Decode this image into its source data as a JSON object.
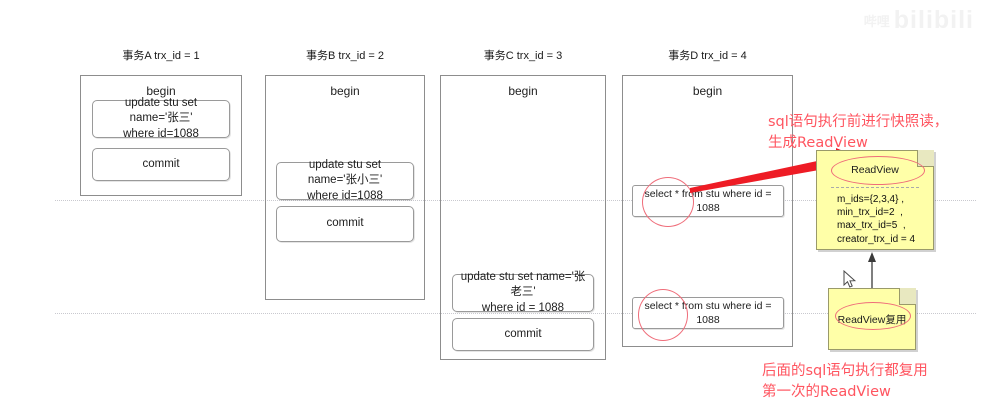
{
  "watermark": {
    "small": "哔哩",
    "main": "bilibili"
  },
  "transactions": [
    {
      "title": "事务A trx_id = 1",
      "begin": "begin",
      "statements": [
        {
          "line1": "update stu set name='张三'",
          "line2": "where id=1088"
        },
        {
          "line1": "commit",
          "line2": ""
        }
      ]
    },
    {
      "title": "事务B trx_id = 2",
      "begin": "begin",
      "statements": [
        {
          "line1": "update stu set name='张小三'",
          "line2": "where id=1088"
        },
        {
          "line1": "commit",
          "line2": ""
        }
      ]
    },
    {
      "title": "事务C trx_id = 3",
      "begin": "begin",
      "statements": [
        {
          "line1": "update stu set name='张老三'",
          "line2": "where id = 1088"
        },
        {
          "line1": "commit",
          "line2": ""
        }
      ]
    },
    {
      "title": "事务D trx_id = 4",
      "begin": "begin",
      "statements": [
        {
          "line1": "select * from stu where id = 1088",
          "line2": ""
        },
        {
          "line1": "select * from stu where id = 1088",
          "line2": ""
        }
      ]
    }
  ],
  "annotations": {
    "top_note_line1_prefix": "sql",
    "top_note_line1": "sql语句执行前进行快照读，",
    "top_note_line2": "生成ReadView",
    "bottom_note_line1": "后面的sql语句执行都复用",
    "bottom_note_line2": "第一次的ReadView"
  },
  "readview_note": {
    "title": "ReadView",
    "body": "m_ids={2,3,4} ,\nmin_trx_id=2  ,\nmax_trx_id=5  ,\ncreator_trx_id = 4"
  },
  "readview_reuse_note": {
    "label": "ReadView复用"
  },
  "colors": {
    "red_text": "#ff5560",
    "red_arrow": "#ee1c25",
    "ellipse": "#ef6d7a",
    "note_bg": "#ffffa8",
    "note_border": "#9a9a6a",
    "box_border": "#8d8d8d",
    "timeline": "#c9c9cf"
  }
}
